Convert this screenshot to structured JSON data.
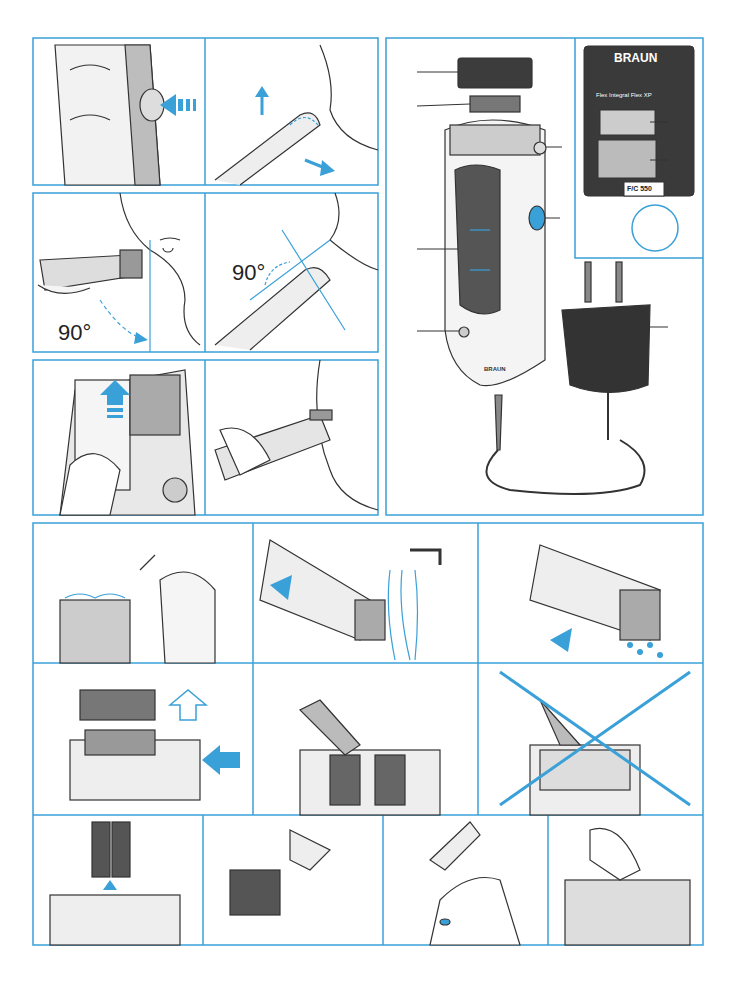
{
  "diagram": {
    "labels": [
      "90°",
      "90°",
      "BRAUN",
      "Flex Integral Flex XP",
      "F/C 550",
      "BRAUN"
    ]
  }
}
